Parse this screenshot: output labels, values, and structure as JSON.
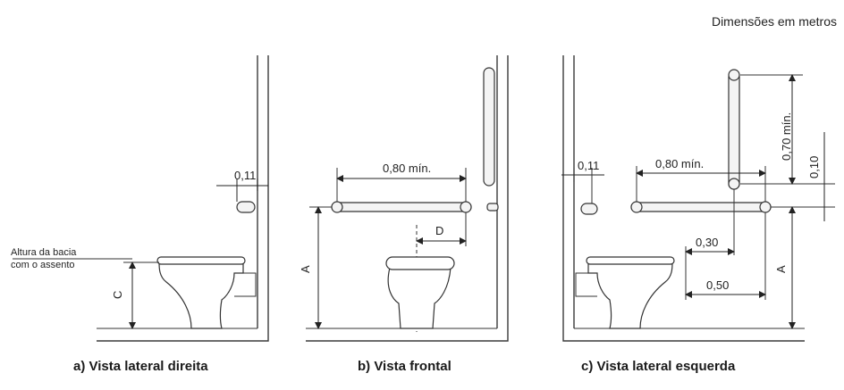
{
  "note": "Dimensões em metros",
  "views": [
    {
      "caption": "a) Vista lateral direita",
      "labels": {
        "width": "0,11",
        "seat": "Altura da bacia",
        "seat2": "com o assento",
        "height": "C"
      }
    },
    {
      "caption": "b) Vista frontal",
      "labels": {
        "bar": "0,80 mín.",
        "offset": "D",
        "height": "A"
      }
    },
    {
      "caption": "c) Vista lateral esquerda",
      "labels": {
        "width": "0,11",
        "bar": "0,80 mín.",
        "vbar": "0,70 mín.",
        "gap": "0,10",
        "d30": "0,30",
        "d50": "0,50",
        "height": "A"
      }
    }
  ]
}
